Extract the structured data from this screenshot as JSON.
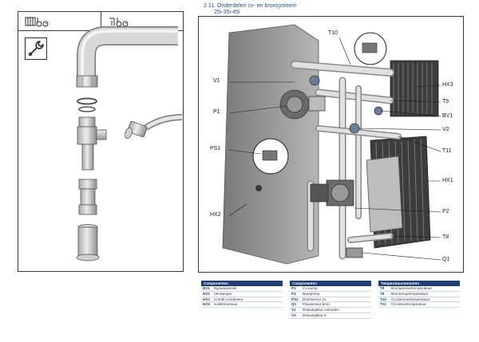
{
  "section": {
    "title": "2.11. Onderdelen cv- en bronsysteem",
    "subtitle": "25i-35i-45i"
  },
  "callouts": {
    "t10": "T10",
    "v1": "V1",
    "p1": "P1",
    "ps1": "PS1",
    "hx2": "HX2",
    "hx3": "HX3",
    "t9": "T9",
    "bv1": "BV1",
    "v2": "V2",
    "t11": "T11",
    "hx1": "HX1",
    "p2": "P2",
    "t8": "T8",
    "q1": "Q1"
  },
  "tables": [
    {
      "title": "Componenten",
      "rows": [
        {
          "code": "BV1",
          "desc": "Bypassventiel"
        },
        {
          "code": "HX1",
          "desc": "Verdamper"
        },
        {
          "code": "HX2",
          "desc": "Combi-condensor"
        },
        {
          "code": "HX3",
          "desc": "Koeltetoestuur"
        }
      ]
    },
    {
      "title": "Componenten",
      "rows": [
        {
          "code": "P1",
          "desc": "Cv-pomp"
        },
        {
          "code": "P2",
          "desc": "Bronpomp"
        },
        {
          "code": "PS1",
          "desc": "Druksensor cv"
        },
        {
          "code": "Q1",
          "desc": "Flowsensor bron"
        },
        {
          "code": "V1",
          "desc": "Driewegklep cv/koelen"
        },
        {
          "code": "V2",
          "desc": "Driewegklep tc"
        }
      ]
    },
    {
      "title": "Temperatuursensoren",
      "rows": [
        {
          "code": "T8",
          "desc": "Bronaanvoertemperatuur"
        },
        {
          "code": "T9",
          "desc": "Bronretourtemperatuur"
        },
        {
          "code": "T10",
          "desc": "Cv-aanvoertemperatuur"
        },
        {
          "code": "T11",
          "desc": "Cv-retourtemperatuur"
        }
      ]
    }
  ],
  "colors": {
    "accent": "#1f3f73",
    "title": "#1f4e8c"
  }
}
